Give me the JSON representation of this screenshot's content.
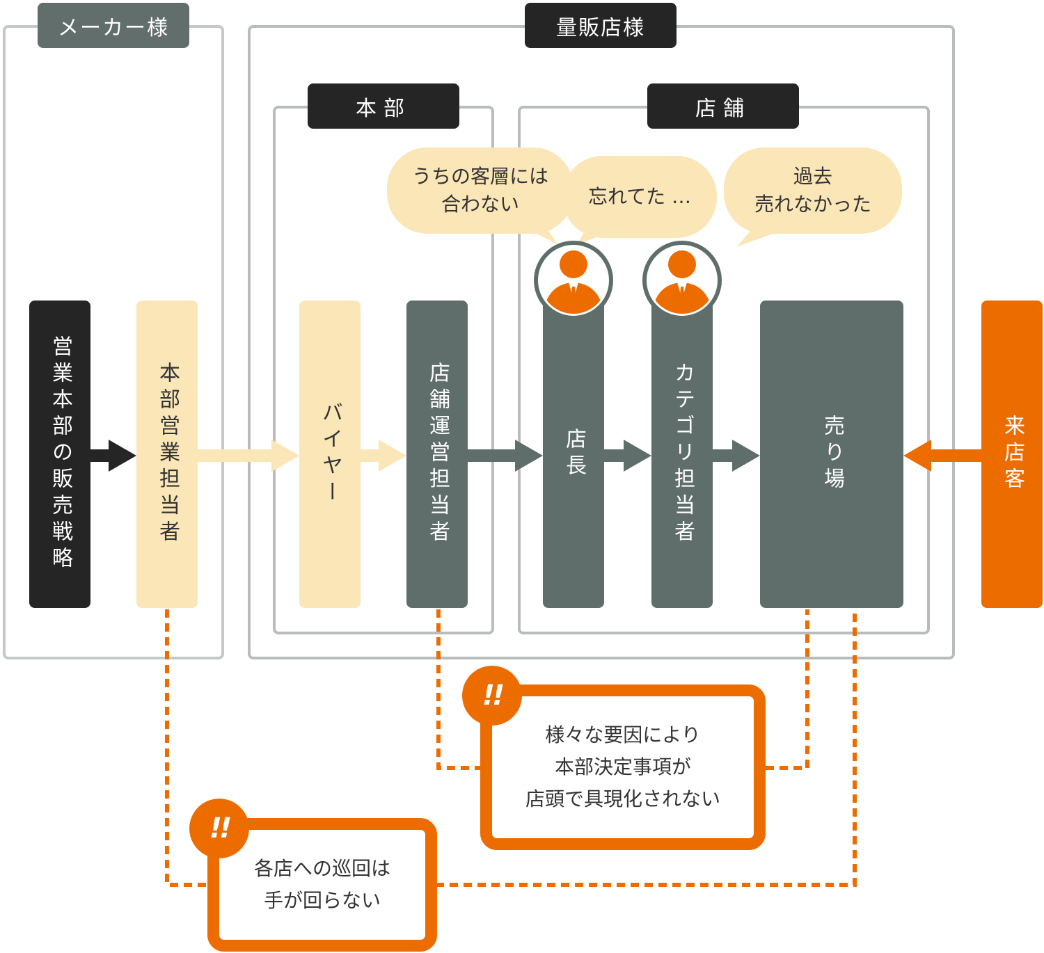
{
  "groups": {
    "maker": "メーカー様",
    "retailer": "量販店様",
    "hq": "本部",
    "store": "店舗"
  },
  "columns": {
    "strategy": "営業本部の販売戦略",
    "sales_rep": "本部営業担当者",
    "buyer": "バイヤー",
    "store_ops": "店舗運営担当者",
    "manager": "店長",
    "category_rep": "カテゴリ担当者",
    "sales_floor": "売り場",
    "customer": "来店客"
  },
  "bubbles": {
    "b1_line1": "うちの客層には",
    "b1_line2": "合わない",
    "b2": "忘れてた …",
    "b3_line1": "過去",
    "b3_line2": "売れなかった"
  },
  "alerts": {
    "a1_line1": "様々な要因により",
    "a1_line2": "本部決定事項が",
    "a1_line3": "店頭で具現化されない",
    "a2_line1": "各店への巡回は",
    "a2_line2": "手が回らない",
    "badge": "!!"
  },
  "colors": {
    "orange": "#ec6c00",
    "cream": "#fbe6b8",
    "gray": "#5f6e6b",
    "black": "#252525"
  },
  "icons": [
    "person-icon",
    "person-icon"
  ]
}
